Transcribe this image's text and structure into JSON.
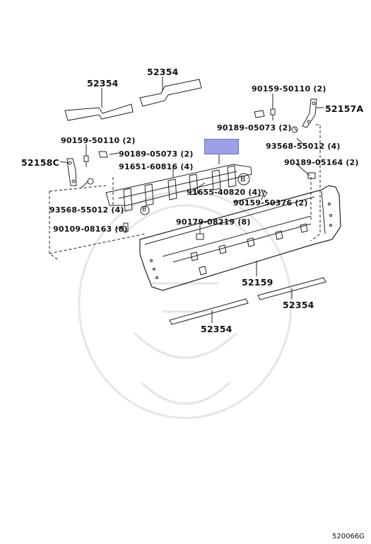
{
  "parts": {
    "p52354_top_left": "52354",
    "p52354_top_right": "52354",
    "p52354_bot_right": "52354",
    "p52354_bot_left": "52354",
    "p90159_50110_right": "90159-50110 (2)",
    "p52157A": "52157A",
    "p90189_05073_right": "90189-05073 (2)",
    "p93568_55012_right": "93568-55012 (4)",
    "p90159_50110_left": "90159-50110 (2)",
    "p52158C": "52158C",
    "p90189_05073_left": "90189-05073 (2)",
    "p91651_60816": "91651-60816 (4)",
    "p90189_05164": "90189-05164 (2)",
    "p91655_40820": "91655-40820 (4)",
    "p90159_50376": "90159-50376 (2)",
    "p93568_55012_left": "93568-55012 (4)",
    "p90179_08219": "90179-08219 (8)",
    "p90109_08163": "90109-08163 (8)",
    "p52159": "52159"
  },
  "refs": {
    "b_left": "B",
    "b_right": "B"
  },
  "drawing_code": "520066G",
  "highlight_color": "#9ca0e6"
}
